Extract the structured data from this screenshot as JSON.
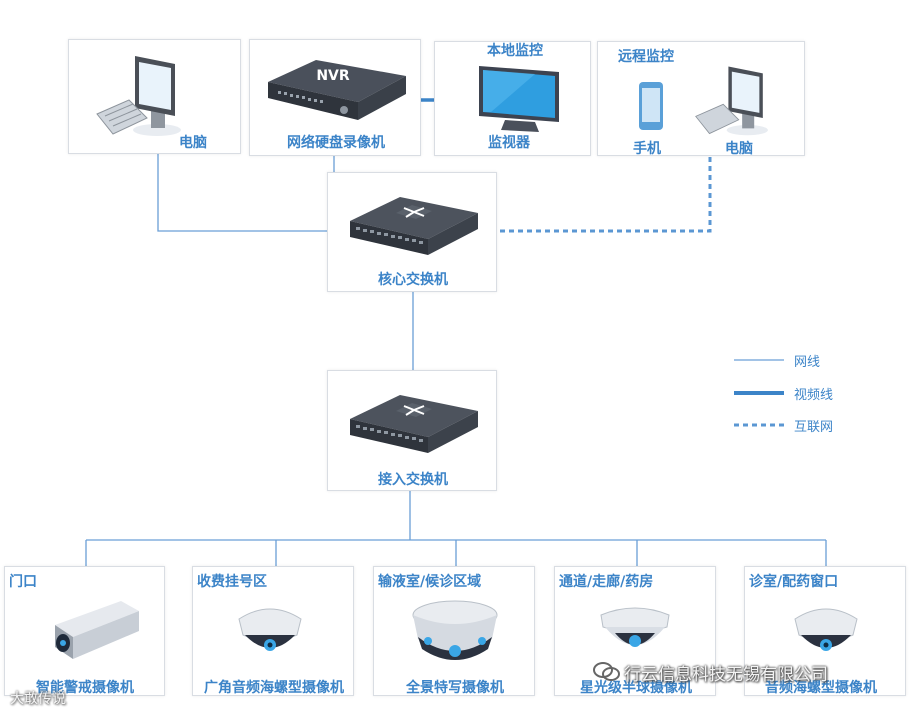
{
  "top": {
    "pc": {
      "label": "电脑"
    },
    "nvr": {
      "label": "网络硬盘录像机",
      "badge": "NVR"
    },
    "monitor": {
      "header": "本地监控",
      "label": "监视器"
    },
    "remote": {
      "header": "远程监控",
      "phone_label": "手机",
      "pc_label": "电脑"
    }
  },
  "core_switch": {
    "label": "核心交换机"
  },
  "access_switch": {
    "label": "接入交换机"
  },
  "legend": {
    "network": "网线",
    "video": "视频线",
    "internet": "互联网"
  },
  "cameras": [
    {
      "area": "门口",
      "label": "智能警戒摄像机"
    },
    {
      "area": "收费挂号区",
      "label": "广角音频海螺型摄像机"
    },
    {
      "area": "输液室/候诊区域",
      "label": "全景特写摄像机"
    },
    {
      "area": "通道/走廊/药房",
      "label": "星光级半球摄像机"
    },
    {
      "area": "诊室/配药窗口",
      "label": "音频海螺型摄像机"
    }
  ],
  "watermarks": {
    "company": "行云信息科技无锡有限公司",
    "source": "大敢传说"
  },
  "colors": {
    "accent": "#3c84c8",
    "line": "#5b97d3",
    "device": "#3d4350"
  }
}
